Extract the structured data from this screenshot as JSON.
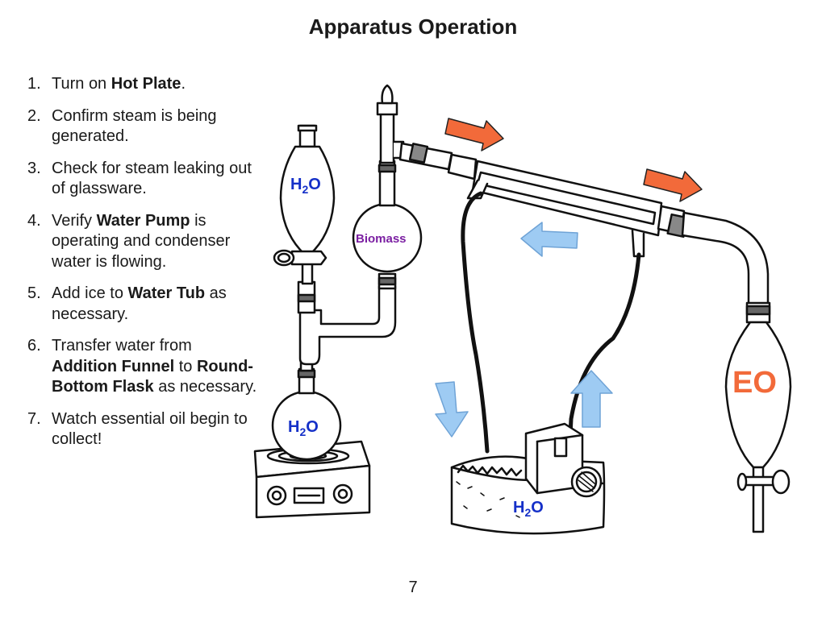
{
  "title": "Apparatus Operation",
  "page_number": "7",
  "steps": [
    {
      "num": "1.",
      "parts": [
        {
          "t": "Turn on "
        },
        {
          "t": "Hot Plate",
          "b": true
        },
        {
          "t": "."
        }
      ]
    },
    {
      "num": "2.",
      "parts": [
        {
          "t": "Confirm steam is being generated."
        }
      ]
    },
    {
      "num": "3.",
      "parts": [
        {
          "t": "Check for steam leaking out of glassware."
        }
      ]
    },
    {
      "num": "4.",
      "parts": [
        {
          "t": "Verify "
        },
        {
          "t": "Water Pump",
          "b": true
        },
        {
          "t": " is operating and condenser water is flowing."
        }
      ]
    },
    {
      "num": "5.",
      "parts": [
        {
          "t": "Add ice to "
        },
        {
          "t": "Water Tub",
          "b": true
        },
        {
          "t": " as necessary."
        }
      ]
    },
    {
      "num": "6.",
      "parts": [
        {
          "t": "Transfer water from "
        },
        {
          "t": "Addition Funnel",
          "b": true
        },
        {
          "t": " to "
        },
        {
          "t": "Round-Bottom Flask",
          "b": true
        },
        {
          "t": " as necessary."
        }
      ]
    },
    {
      "num": "7.",
      "parts": [
        {
          "t": "Watch essential oil begin to collect!"
        }
      ]
    }
  ],
  "labels": {
    "h2o_main": "H",
    "h2o_sub": "2",
    "h2o_tail": "O",
    "biomass": "Biomass",
    "eo": "EO"
  },
  "colors": {
    "h2o_label": "#1530c8",
    "biomass_label": "#7b1fa2",
    "eo_label": "#f26a3a",
    "arrow_steam": "#f26a3a",
    "arrow_water": "#9ecbf3"
  }
}
